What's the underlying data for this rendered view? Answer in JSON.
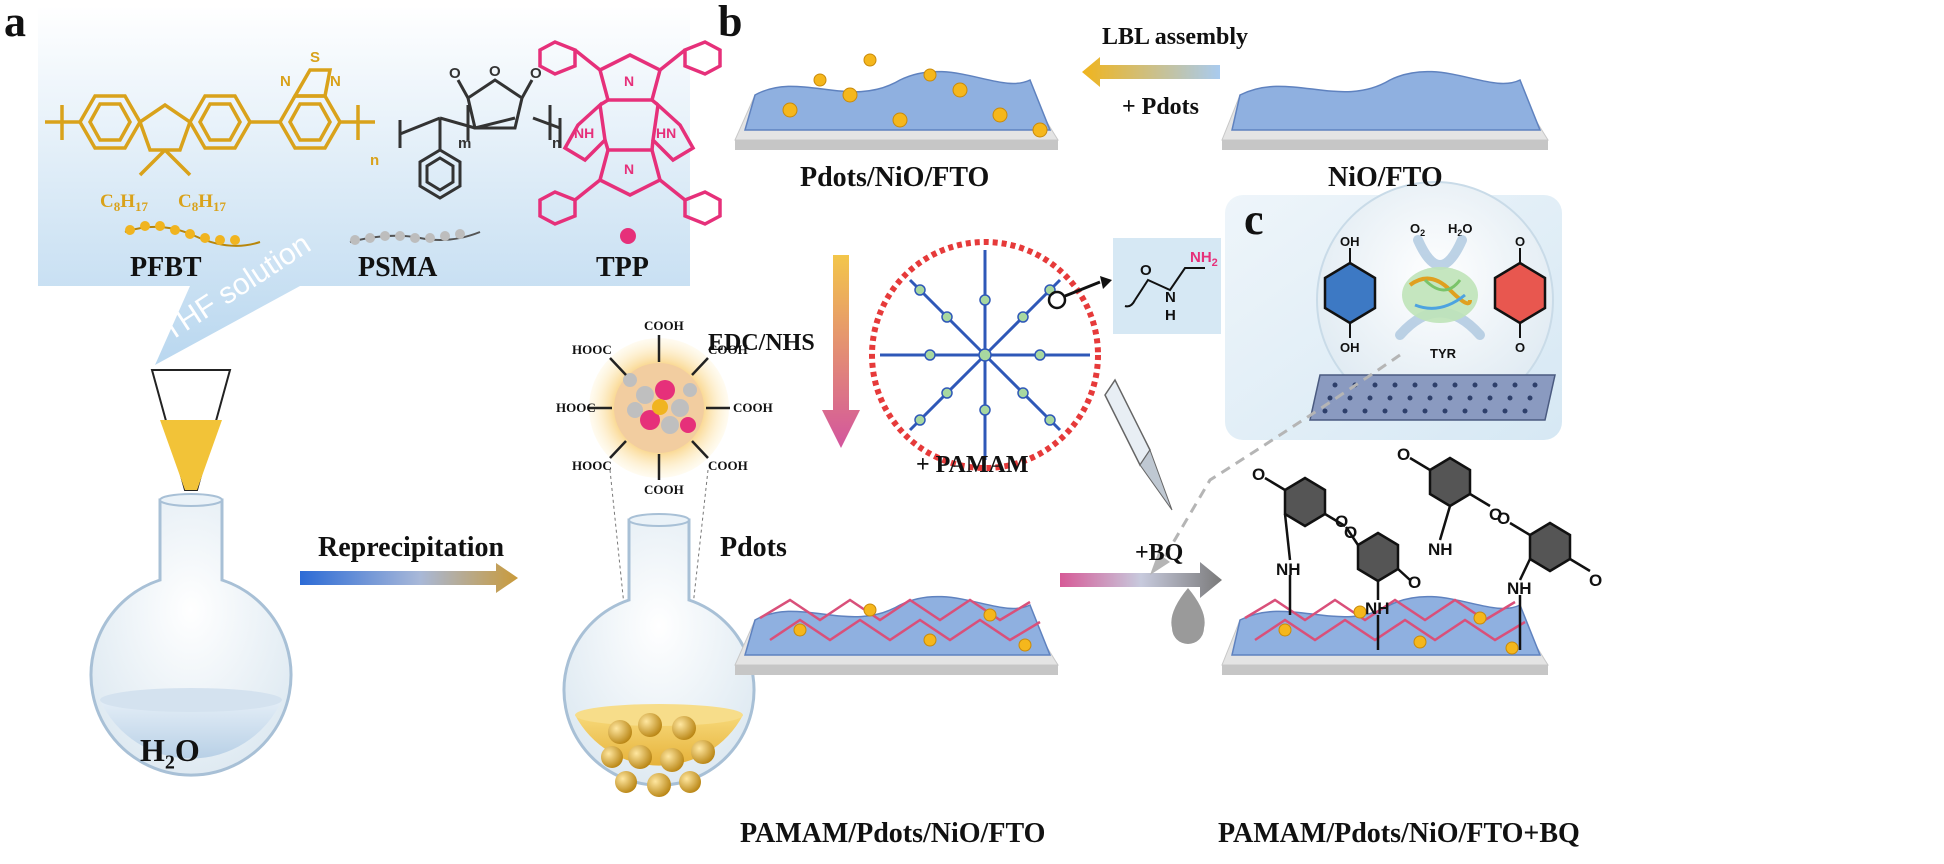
{
  "panels": {
    "a": "a",
    "b": "b",
    "c": "c"
  },
  "panel_a": {
    "compounds": [
      "PFBT",
      "PSMA",
      "TPP"
    ],
    "substituent_1": "C",
    "substituent_sub_1": "8",
    "substituent_2": "H",
    "substituent_sub_2": "17",
    "repeat_n1": "n",
    "repeat_m": "m",
    "repeat_n2": "n",
    "atom_S": "S",
    "atom_N": "N",
    "atom_NH": "NH",
    "atom_HN": "HN",
    "solution_label": "THF solution",
    "flask_left": "H",
    "flask_left_sub": "2",
    "flask_left_tail": "O",
    "arrow_label": "Reprecipitation",
    "product_label": "Pdots",
    "carboxyl": "COOH",
    "carboxyl_rev": "HOOC"
  },
  "panel_b": {
    "substrate_top_left": "Pdots/NiO/FTO",
    "substrate_top_right": "NiO/FTO",
    "step1_label": "LBL assembly",
    "step1_sub": "+ Pdots",
    "step2_label": "EDC/NHS",
    "step2_sub": "+ PAMAM",
    "inset_nh2": "NH",
    "inset_nh2_sub": "2",
    "inset_nh": "N",
    "inset_h": "H",
    "inset_o": "O",
    "substrate_bottom_left": "PAMAM/Pdots/NiO/FTO",
    "step3_label": "+BQ",
    "substrate_bottom_right": "PAMAM/Pdots/NiO/FTO+BQ",
    "quinone_o": "O",
    "quinone_nh": "NH"
  },
  "panel_c": {
    "o2": "O",
    "o2_sub": "2",
    "h2o": "H",
    "h2o_sub": "2",
    "h2o_tail": "O",
    "enzyme": "TYR",
    "oh": "OH",
    "o": "O"
  },
  "colors": {
    "pfbt": "#d9a21b",
    "tpp": "#e6307a",
    "psma": "#333333",
    "nio": "#7f9fd6",
    "pamam": "#2f58b8",
    "pamam_end": "#e63a3a",
    "quinone": "#555555"
  }
}
